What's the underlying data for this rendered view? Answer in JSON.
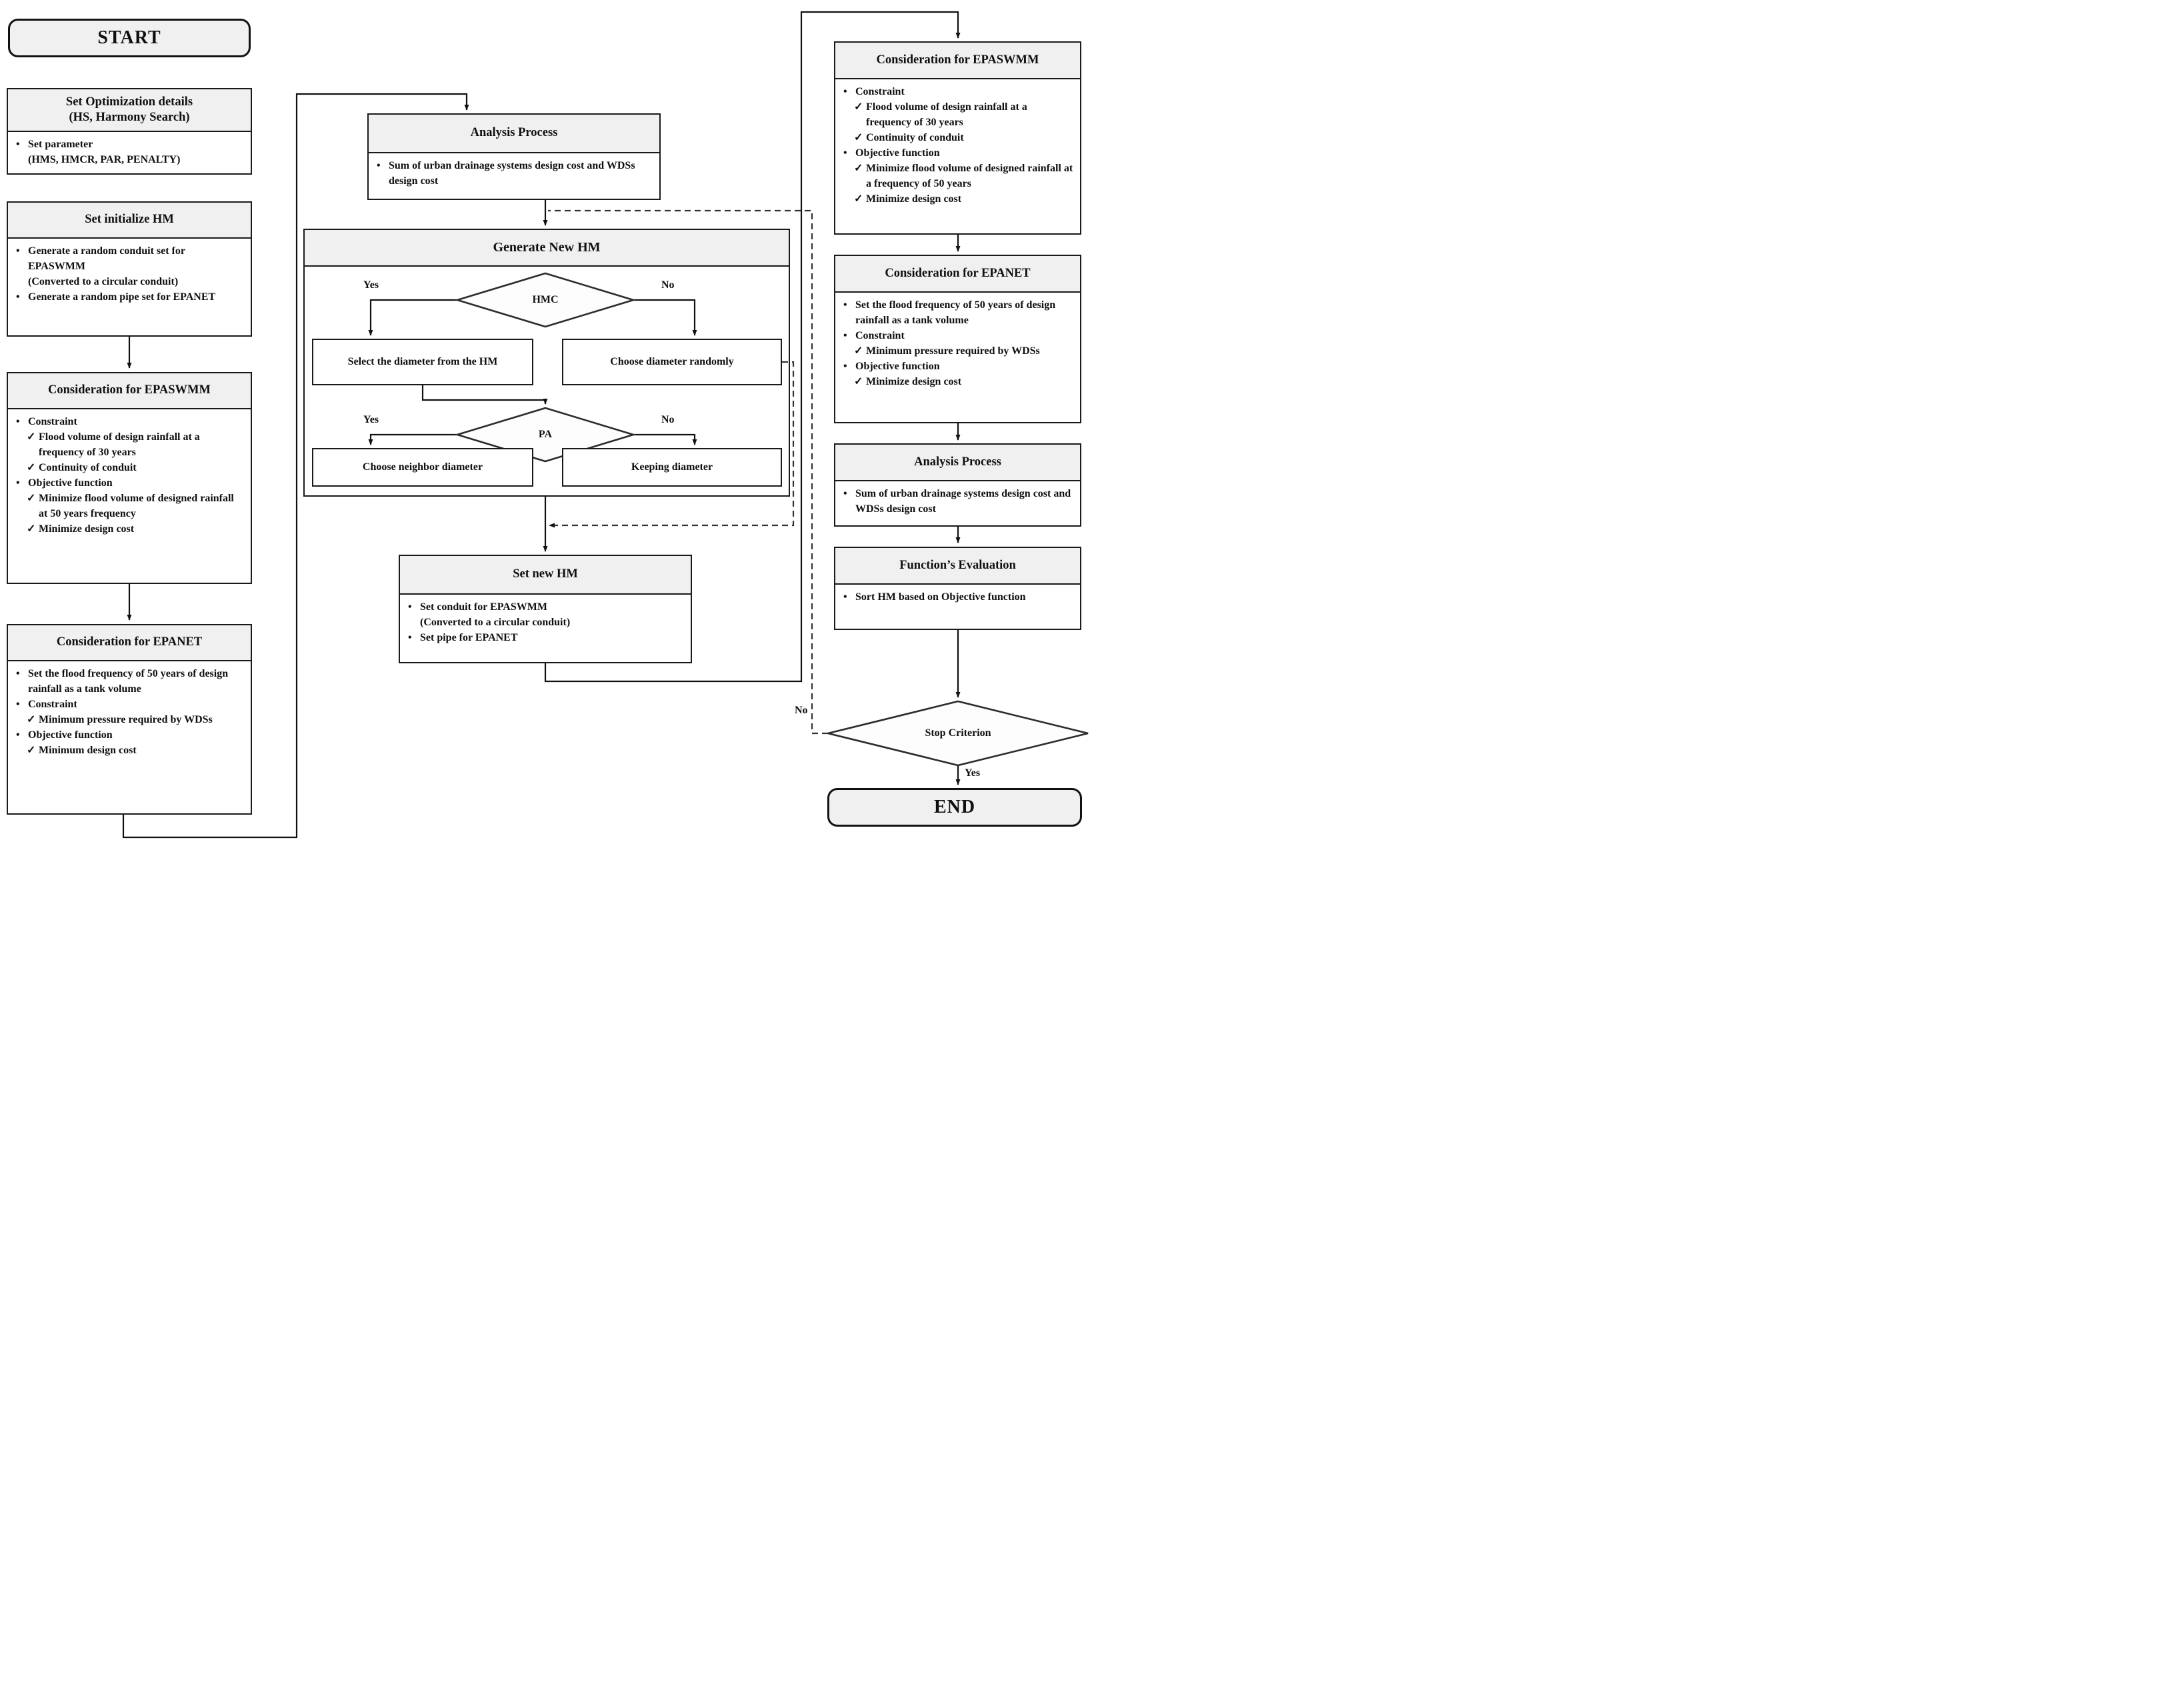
{
  "colors": {
    "header_bg": "#f0f0f0",
    "box_bg": "#ffffff",
    "border": "#1a1a1a",
    "line": "#111111",
    "dashed_line": "#333333"
  },
  "terminals": {
    "start": "START",
    "end": "END"
  },
  "edge_labels": {
    "yes": "Yes",
    "no": "No"
  },
  "decisions": {
    "hmc": "HMC",
    "pa": "PA",
    "stop": "Stop Criterion"
  },
  "nodes": {
    "optimization": {
      "title": "Set Optimization details",
      "subtitle": "(HS, Harmony Search)",
      "items": [
        {
          "m": "•",
          "t": "Set parameter",
          "ind": 0
        },
        {
          "m": "",
          "t": "(HMS, HMCR, PAR, PENALTY)",
          "ind": 0
        }
      ]
    },
    "init_hm": {
      "title": "Set initialize HM",
      "items": [
        {
          "m": "•",
          "t": "Generate a random conduit set for EPASWMM",
          "ind": 0
        },
        {
          "m": "",
          "t": "(Converted to a circular conduit)",
          "ind": 0
        },
        {
          "m": "•",
          "t": "Generate a random pipe set for EPANET",
          "ind": 0
        }
      ]
    },
    "epaswmm_left": {
      "title": "Consideration for EPASWMM",
      "items": [
        {
          "m": "•",
          "t": "Constraint",
          "ind": 0
        },
        {
          "m": "✓",
          "t": "Flood volume of design rainfall at a frequency of 30 years",
          "ind": 1
        },
        {
          "m": "✓",
          "t": "Continuity of conduit",
          "ind": 1
        },
        {
          "m": "•",
          "t": "Objective function",
          "ind": 0
        },
        {
          "m": "✓",
          "t": "Minimize flood volume of designed rainfall at 50 years frequency",
          "ind": 1
        },
        {
          "m": "✓",
          "t": "Minimize design cost",
          "ind": 1
        }
      ]
    },
    "epanet_left": {
      "title": "Consideration for EPANET",
      "items": [
        {
          "m": "•",
          "t": "Set the flood frequency of 50 years of design rainfall as a tank volume",
          "ind": 0
        },
        {
          "m": "•",
          "t": "Constraint",
          "ind": 0
        },
        {
          "m": "✓",
          "t": "Minimum pressure required by WDSs",
          "ind": 1
        },
        {
          "m": "•",
          "t": "Objective function",
          "ind": 0
        },
        {
          "m": "✓",
          "t": "Minimum design cost",
          "ind": 1
        }
      ]
    },
    "analysis_top": {
      "title": "Analysis Process",
      "items": [
        {
          "m": "•",
          "t": "Sum of urban drainage systems design cost and WDSs design cost",
          "ind": 0
        }
      ]
    },
    "generate_new_hm": {
      "title": "Generate New HM"
    },
    "select_from_hm": {
      "label": "Select the diameter from the HM"
    },
    "choose_random": {
      "label": "Choose diameter randomly"
    },
    "choose_neighbor": {
      "label": "Choose neighbor diameter"
    },
    "keeping_diameter": {
      "label": "Keeping diameter"
    },
    "set_new_hm": {
      "title": "Set new HM",
      "items": [
        {
          "m": "•",
          "t": "Set conduit for EPASWMM",
          "ind": 0
        },
        {
          "m": "",
          "t": "(Converted to a circular conduit)",
          "ind": 0
        },
        {
          "m": "•",
          "t": "Set pipe for EPANET",
          "ind": 0
        }
      ]
    },
    "epaswmm_right": {
      "title": "Consideration for EPASWMM",
      "items": [
        {
          "m": "•",
          "t": "Constraint",
          "ind": 0
        },
        {
          "m": "✓",
          "t": "Flood volume of design rainfall at a frequency of 30 years",
          "ind": 1
        },
        {
          "m": "✓",
          "t": "Continuity of conduit",
          "ind": 1
        },
        {
          "m": "•",
          "t": "Objective function",
          "ind": 0
        },
        {
          "m": "✓",
          "t": "Minimize flood volume of designed rainfall at a frequency of 50 years",
          "ind": 1
        },
        {
          "m": "✓",
          "t": "Minimize design cost",
          "ind": 1
        }
      ]
    },
    "epanet_right": {
      "title": "Consideration for EPANET",
      "items": [
        {
          "m": "•",
          "t": "Set the flood frequency of 50 years of design rainfall as a tank volume",
          "ind": 0
        },
        {
          "m": "•",
          "t": "Constraint",
          "ind": 0
        },
        {
          "m": "✓",
          "t": "Minimum pressure required by WDSs",
          "ind": 1
        },
        {
          "m": "•",
          "t": "Objective function",
          "ind": 0
        },
        {
          "m": "✓",
          "t": "Minimize design cost",
          "ind": 1
        }
      ]
    },
    "analysis_right": {
      "title": "Analysis Process",
      "items": [
        {
          "m": "•",
          "t": "Sum of urban drainage systems design cost and WDSs design cost",
          "ind": 0
        }
      ]
    },
    "function_evaluation": {
      "title": "Function’s Evaluation",
      "items": [
        {
          "m": "•",
          "t": "Sort HM based on Objective function",
          "ind": 0
        }
      ]
    }
  }
}
